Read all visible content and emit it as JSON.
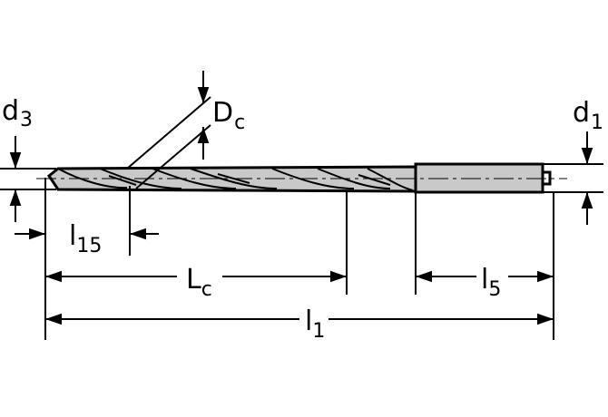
{
  "labels": {
    "d3": {
      "main": "d",
      "sub": "3"
    },
    "dc": {
      "main": "D",
      "sub": "c"
    },
    "d1": {
      "main": "d",
      "sub": "1"
    },
    "l15": {
      "main": "l",
      "sub": "15"
    },
    "lc": {
      "main": "L",
      "sub": "c"
    },
    "l5": {
      "main": "l",
      "sub": "5"
    },
    "l1": {
      "main": "l",
      "sub": "1"
    }
  }
}
